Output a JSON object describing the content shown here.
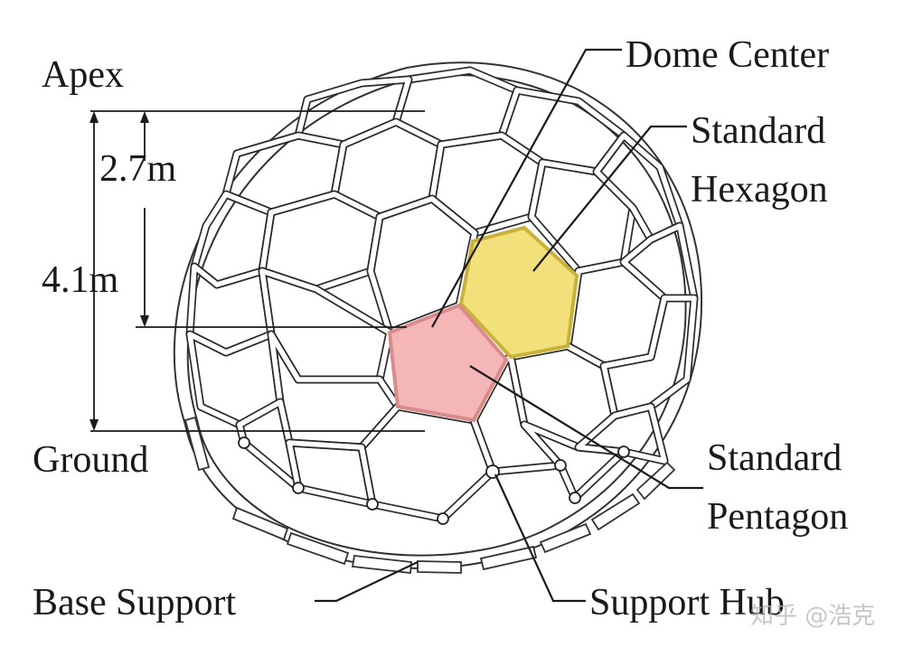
{
  "labels": {
    "apex": "Apex",
    "height_upper": "2.7m",
    "height_total": "4.1m",
    "ground": "Ground",
    "dome_center": "Dome Center",
    "standard_hexagon_line1": "Standard",
    "standard_hexagon_line2": "Hexagon",
    "standard_pentagon_line1": "Standard",
    "standard_pentagon_line2": "Pentagon",
    "base_support": "Base Support",
    "support_hub": "Support Hub"
  },
  "watermark": "知乎 @浩克",
  "colors": {
    "hexagon_fill": "#f2e17a",
    "hexagon_stroke": "#c9b23a",
    "pentagon_fill": "#f4b6b6",
    "pentagon_stroke": "#d98b8b",
    "strut": "#2a2a2a",
    "text": "#1a1a1a"
  }
}
